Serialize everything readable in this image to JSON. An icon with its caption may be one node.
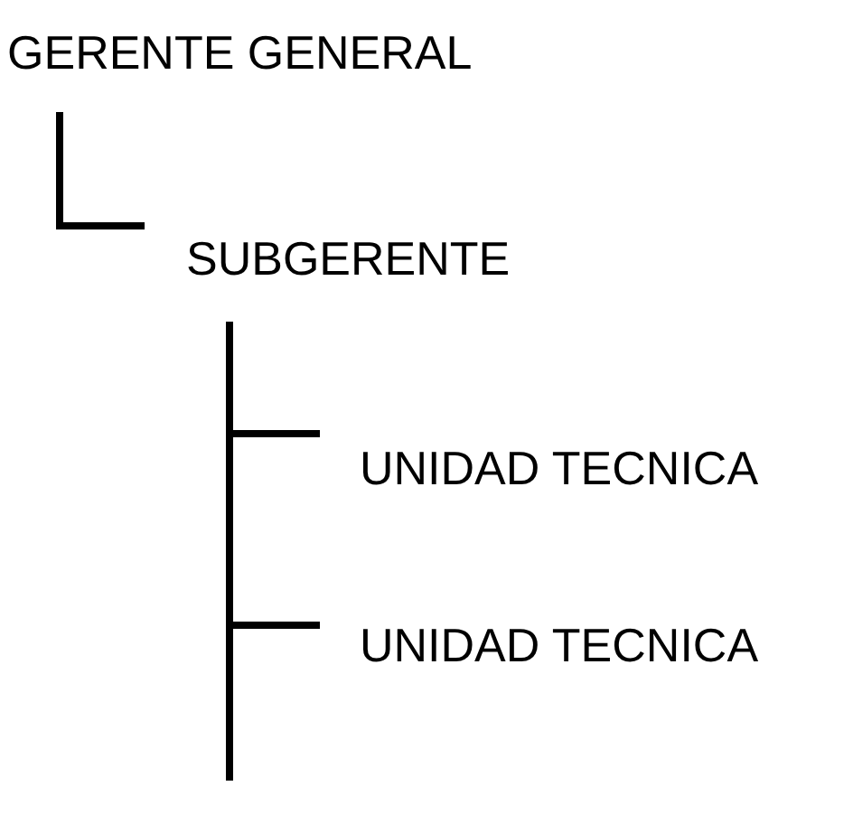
{
  "diagram": {
    "nodes": [
      {
        "text": [
          "GERENTE GENERAL"
        ]
      },
      {
        "text": [
          "SUBGERENTE"
        ]
      },
      {
        "text": [
          "UNIDAD TECNICA"
        ]
      },
      {
        "text": [
          "UNIDAD TECNICA"
        ]
      }
    ],
    "edges": [
      {
        "from": 0,
        "to": 1,
        "arrow": "none"
      },
      {
        "from": 1,
        "to": 2,
        "arrow": "none"
      },
      {
        "from": 1,
        "to": 3,
        "arrow": "none"
      }
    ]
  }
}
